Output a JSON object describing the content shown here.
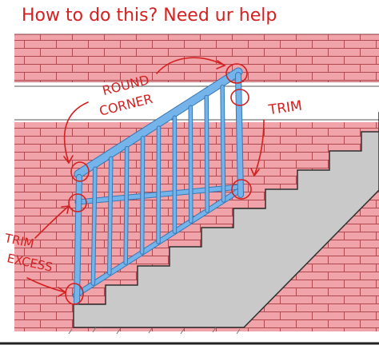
{
  "annotations": {
    "title": "How to do this? Need ur help",
    "round_corner_line1": "ROUND",
    "round_corner_line2": "CORNER",
    "trim_right": "TRIM",
    "trim_excess_line1": "TRIM",
    "trim_excess_line2": "EXCESS"
  },
  "colors": {
    "brick": "#f0a3a8",
    "mortar": "#ffffff",
    "brick_line": "#b0484f",
    "railing": "#74b4ea",
    "railing_edge": "#3877b4",
    "stair": "#c9c9c9",
    "stair_edge": "#2f2f2f",
    "annotation": "#d42020"
  },
  "icons": {
    "circle_marker": "hand-drawn-circle",
    "arrow": "hand-drawn-arrow"
  }
}
